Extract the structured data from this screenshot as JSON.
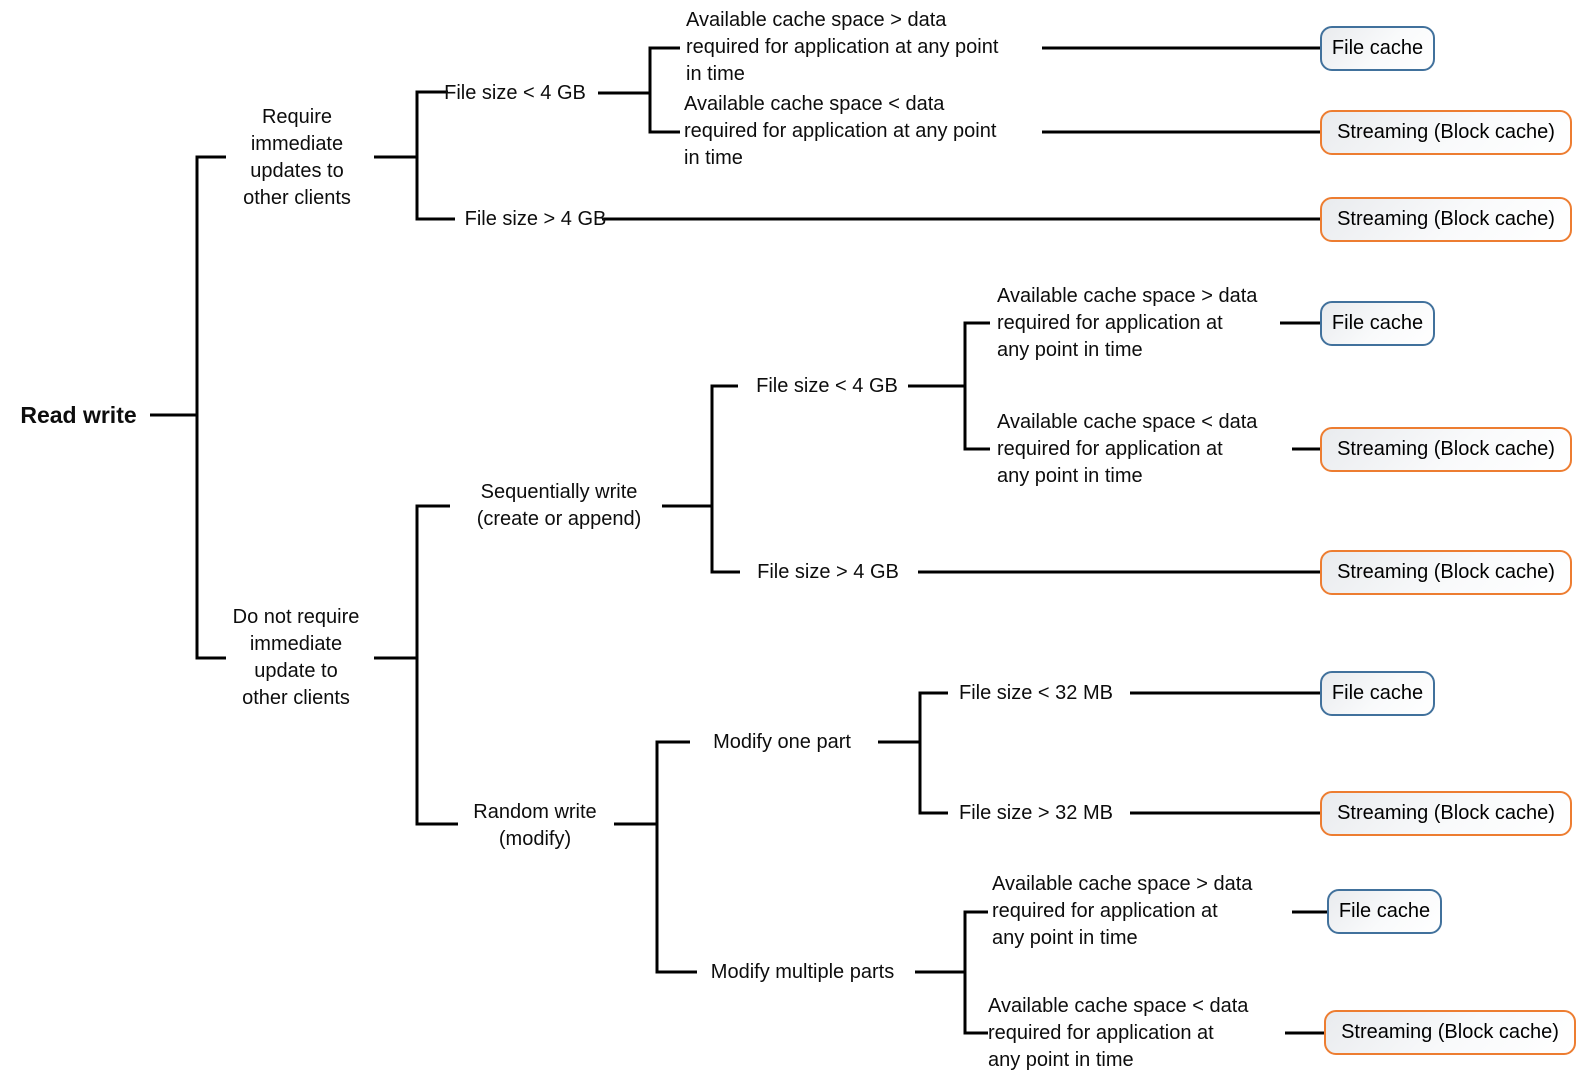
{
  "diagram_title": "Read write caching decision tree",
  "colors": {
    "file_cache_border": "#41719C",
    "streaming_border": "#ED7D31",
    "connector": "#000000",
    "background": "#ffffff"
  },
  "outcome_styles": {
    "file_cache": "file-cache",
    "streaming": "streaming"
  },
  "tree": {
    "root": {
      "label": "Read write"
    },
    "branches": [
      {
        "label": "Require\nimmediate\nupdates to\nother clients",
        "children": [
          {
            "label": "File size < 4 GB",
            "children": [
              {
                "label": "Available cache space > data\nrequired for application at any point\nin time",
                "outcome": "File cache",
                "outcome_style": "file_cache"
              },
              {
                "label": "Available cache space < data\nrequired for application at any point\nin time",
                "outcome": "Streaming (Block cache)",
                "outcome_style": "streaming"
              }
            ]
          },
          {
            "label": "File size > 4 GB",
            "outcome": "Streaming (Block cache)",
            "outcome_style": "streaming"
          }
        ]
      },
      {
        "label": "Do not require\nimmediate\nupdate to\nother clients",
        "children": [
          {
            "label": "Sequentially write\n(create or append)",
            "children": [
              {
                "label": "File size < 4 GB",
                "children": [
                  {
                    "label": "Available cache space > data\nrequired for application at\nany point in time",
                    "outcome": "File cache",
                    "outcome_style": "file_cache"
                  },
                  {
                    "label": "Available cache space < data\nrequired for application at\nany point in time",
                    "outcome": "Streaming (Block cache)",
                    "outcome_style": "streaming"
                  }
                ]
              },
              {
                "label": "File size > 4 GB",
                "outcome": "Streaming (Block cache)",
                "outcome_style": "streaming"
              }
            ]
          },
          {
            "label": "Random write\n(modify)",
            "children": [
              {
                "label": "Modify one part",
                "children": [
                  {
                    "label": "File size < 32 MB",
                    "outcome": "File cache",
                    "outcome_style": "file_cache"
                  },
                  {
                    "label": "File size > 32 MB",
                    "outcome": "Streaming (Block cache)",
                    "outcome_style": "streaming"
                  }
                ]
              },
              {
                "label": "Modify multiple parts",
                "children": [
                  {
                    "label": "Available cache space > data\nrequired for application at\nany point in time",
                    "outcome": "File cache",
                    "outcome_style": "file_cache"
                  },
                  {
                    "label": "Available cache space < data\nrequired for application at\nany point in time",
                    "outcome": "Streaming (Block cache)",
                    "outcome_style": "streaming"
                  }
                ]
              }
            ]
          }
        ]
      }
    ]
  }
}
